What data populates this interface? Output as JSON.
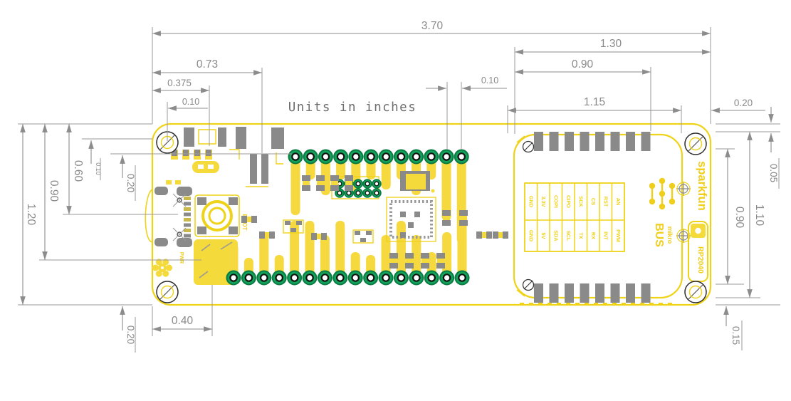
{
  "note": {
    "units": "Units in inches"
  },
  "dims": {
    "overall_width": "3.70",
    "socket_offset_width": "1.30",
    "socket_pad_width_top": "0.90",
    "usb_right_offset": "0.73",
    "usb_center_offset": "0.375",
    "mount_hole_inset_top": "0.10",
    "header_pitch": "0.10",
    "socket_inner_width": "1.15",
    "right_margin": "0.20",
    "pad_top_inset": "0.05",
    "board_height": "1.20",
    "left_span_090": "0.90",
    "left_span_060": "0.60",
    "left_span_010": "0.10",
    "left_span_020": "0.20",
    "bottom_left_margin": "0.20",
    "mount_hole_span": "0.40",
    "socket_height": "1.10",
    "socket_pad_height": "0.90",
    "bottom_right_inset": "0.15"
  },
  "silkscreen": {
    "brand": "sparkfun",
    "mcu": "RP2040",
    "button": "BOOT",
    "power": "PWR",
    "bus_small": "mikro",
    "bus_big": "BUS"
  },
  "mikrobus_pins": {
    "top_row": [
      "GND",
      "3.3V",
      "COPI",
      "CIPO",
      "SCK",
      "CS",
      "RST",
      "AN"
    ],
    "bottom_row": [
      "GND",
      "5V",
      "SDA",
      "SCL",
      "TX",
      "RX",
      "INT",
      "PWM"
    ]
  },
  "colors": {
    "pcb_yellow": "#EFD319",
    "pad_gray": "#8A8A8A",
    "hole_green": "#12A35B",
    "hole_green_dark": "#0B7A43",
    "dim_gray": "#8C8C8C"
  }
}
